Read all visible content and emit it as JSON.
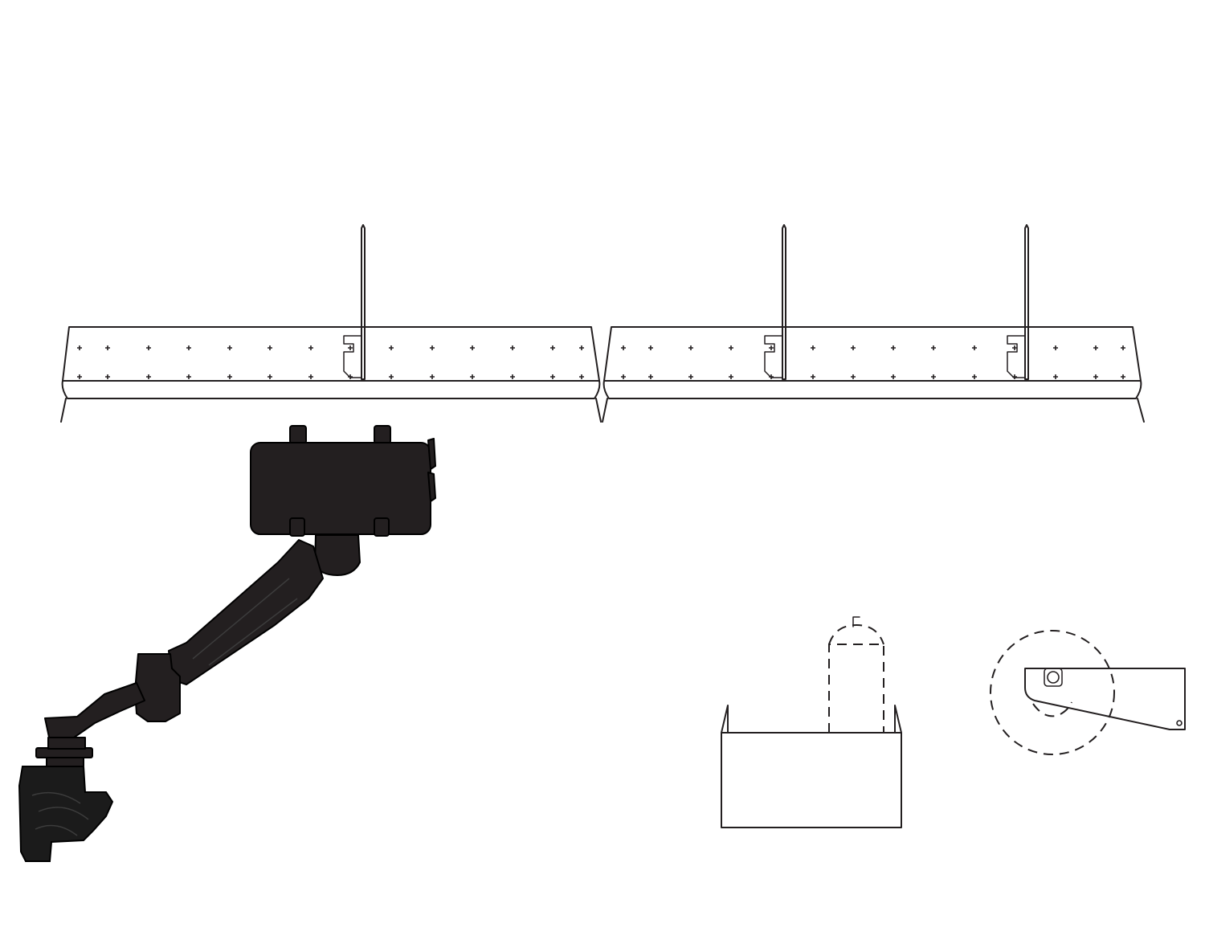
{
  "drawing": {
    "line_color": "#231f20",
    "fill_color": "#231f20",
    "background": "#ffffff",
    "parts": [
      "perforated-shelf-left",
      "perforated-shelf-right",
      "shelf-divider-left",
      "shelf-divider-center",
      "shelf-divider-right",
      "monitor-arm",
      "divider-front-view",
      "divider-side-view"
    ]
  }
}
